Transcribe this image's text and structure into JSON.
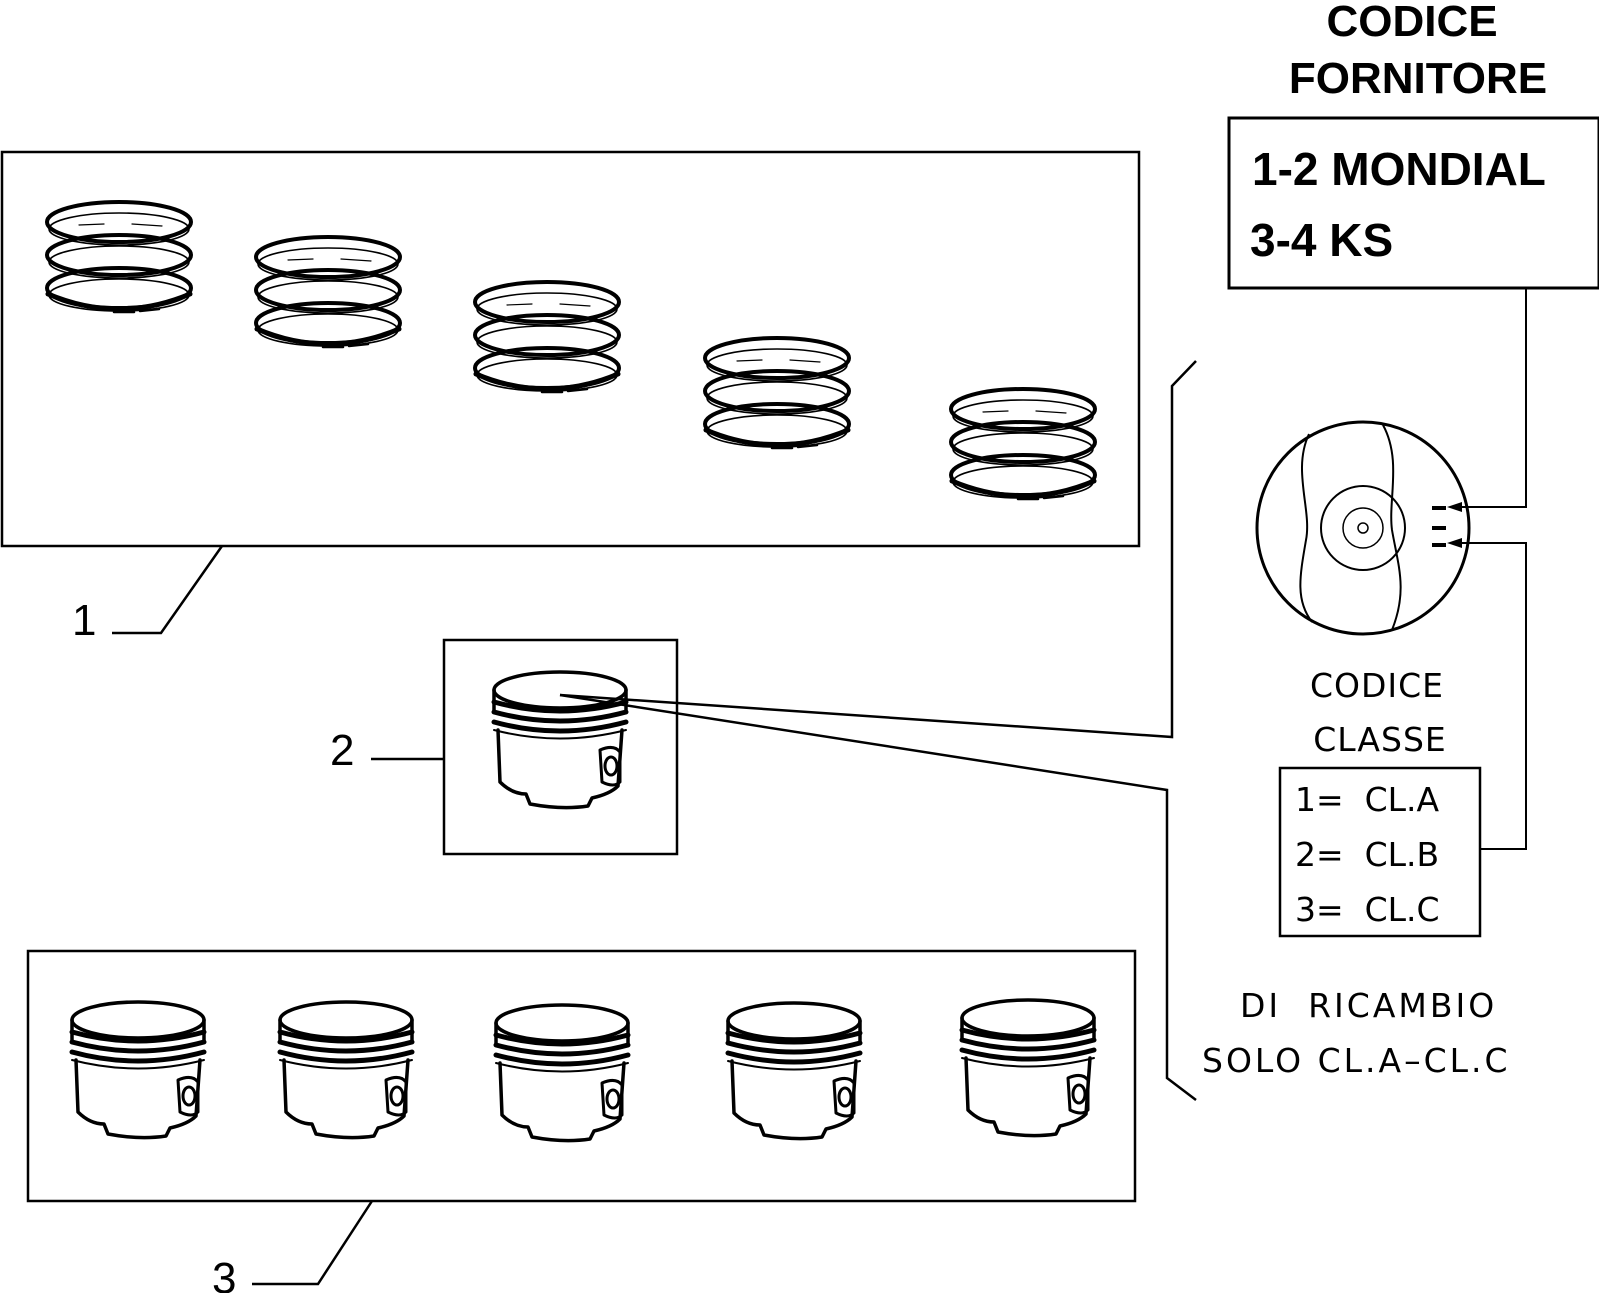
{
  "supplier_heading": {
    "line1": "CODICE",
    "line2": "FORNITORE"
  },
  "supplier_box": {
    "line1": "1-2 MONDIAL",
    "line2": "3-4 KS"
  },
  "class_heading": {
    "line1": "CODICE",
    "line2": "CLASSE"
  },
  "class_box": {
    "row1": "1=  CL.A",
    "row2": "2=  CL.B",
    "row3": "3=  CL.C"
  },
  "spare_note": {
    "line1": "DI  RICAMBIO",
    "line2": "SOLO CL.A–CL.C"
  },
  "callouts": {
    "c1": "1",
    "c2": "2",
    "c3": "3"
  },
  "icons": {
    "ring_set": "piston-ring-set-icon",
    "piston": "piston-icon",
    "crown": "piston-crown-icon"
  },
  "colors": {
    "line": "#000000",
    "background": "#ffffff"
  }
}
